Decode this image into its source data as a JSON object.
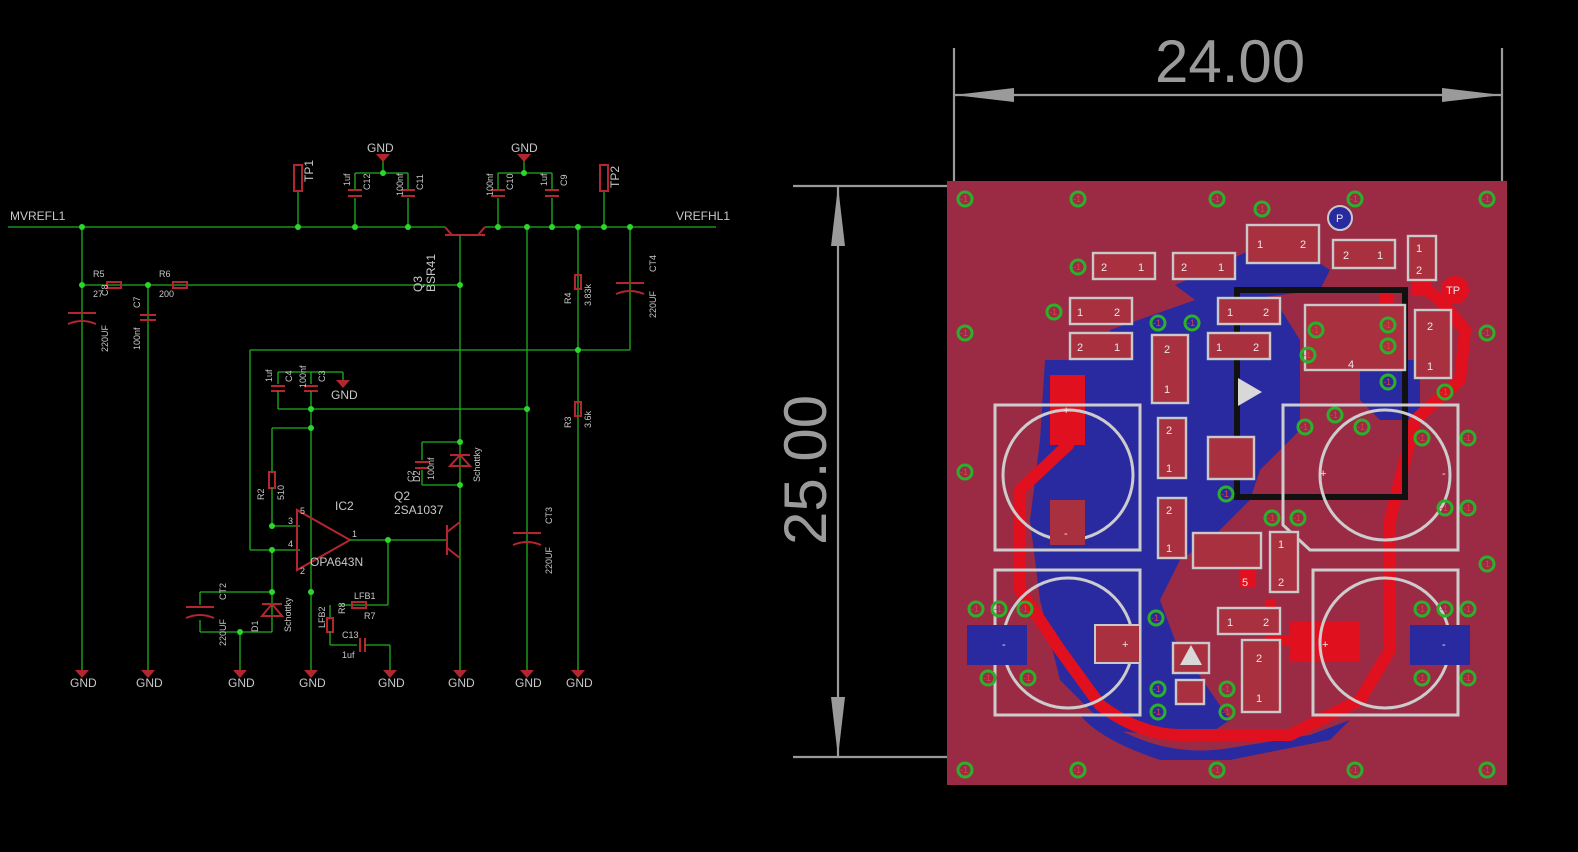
{
  "schematic": {
    "nets": {
      "input": "MVREFL1",
      "output": "VREFHL1"
    },
    "gnd_label": "GND",
    "test_points": [
      "TP1",
      "TP2"
    ],
    "components": {
      "R5": {
        "ref": "R5",
        "value": "27"
      },
      "R6": {
        "ref": "R6",
        "value": "200"
      },
      "C8": {
        "ref": "C8",
        "value": "220UF"
      },
      "C7": {
        "ref": "C7",
        "value": "100nf"
      },
      "C12": {
        "ref": "C12",
        "value": "1uf"
      },
      "C11": {
        "ref": "C11",
        "value": "100nf"
      },
      "C10": {
        "ref": "C10",
        "value": "100nf"
      },
      "C9": {
        "ref": "C9",
        "value": "1uf"
      },
      "Q3": {
        "ref": "Q3",
        "value": "BSR41"
      },
      "R4": {
        "ref": "R4",
        "value": "3.83k"
      },
      "CT4": {
        "ref": "CT4",
        "value": "220UF"
      },
      "C4": {
        "ref": "C4",
        "value": "1uf"
      },
      "C3": {
        "ref": "C3",
        "value": "100nf"
      },
      "R3": {
        "ref": "R3",
        "value": "3.6k"
      },
      "R2": {
        "ref": "R2",
        "value": "510"
      },
      "IC2": {
        "ref": "IC2",
        "value": "OPA643N"
      },
      "C2": {
        "ref": "C2",
        "value": "100nf"
      },
      "D2": {
        "ref": "D2",
        "value": "Schottky"
      },
      "Q2": {
        "ref": "Q2",
        "value": "2SA1037"
      },
      "CT3": {
        "ref": "CT3",
        "value": "220UF"
      },
      "CT2": {
        "ref": "CT2",
        "value": "220UF"
      },
      "D1": {
        "ref": "D1",
        "value": "Schottky"
      },
      "R8": {
        "ref": "R8",
        "value": "LFB2"
      },
      "R7": {
        "ref": "R7",
        "value": "LFB1"
      },
      "C13": {
        "ref": "C13",
        "value": "1uf"
      }
    },
    "pin_numbers": [
      "1",
      "2",
      "3",
      "4",
      "5"
    ]
  },
  "pcb": {
    "width_dim": "24.00",
    "height_dim": "25.00",
    "via_label": "-1",
    "pad_labels": [
      "1",
      "2",
      "+",
      "-",
      "5",
      "4",
      "P",
      "TP"
    ]
  },
  "colors": {
    "background": "#000000",
    "wire": "#1fb01f",
    "symbol": "#b3262f",
    "board": "#9b2b45",
    "top_copper": "#e0101e",
    "bottom_copper": "#2a2aa0",
    "dimension": "#9a9a9a"
  }
}
